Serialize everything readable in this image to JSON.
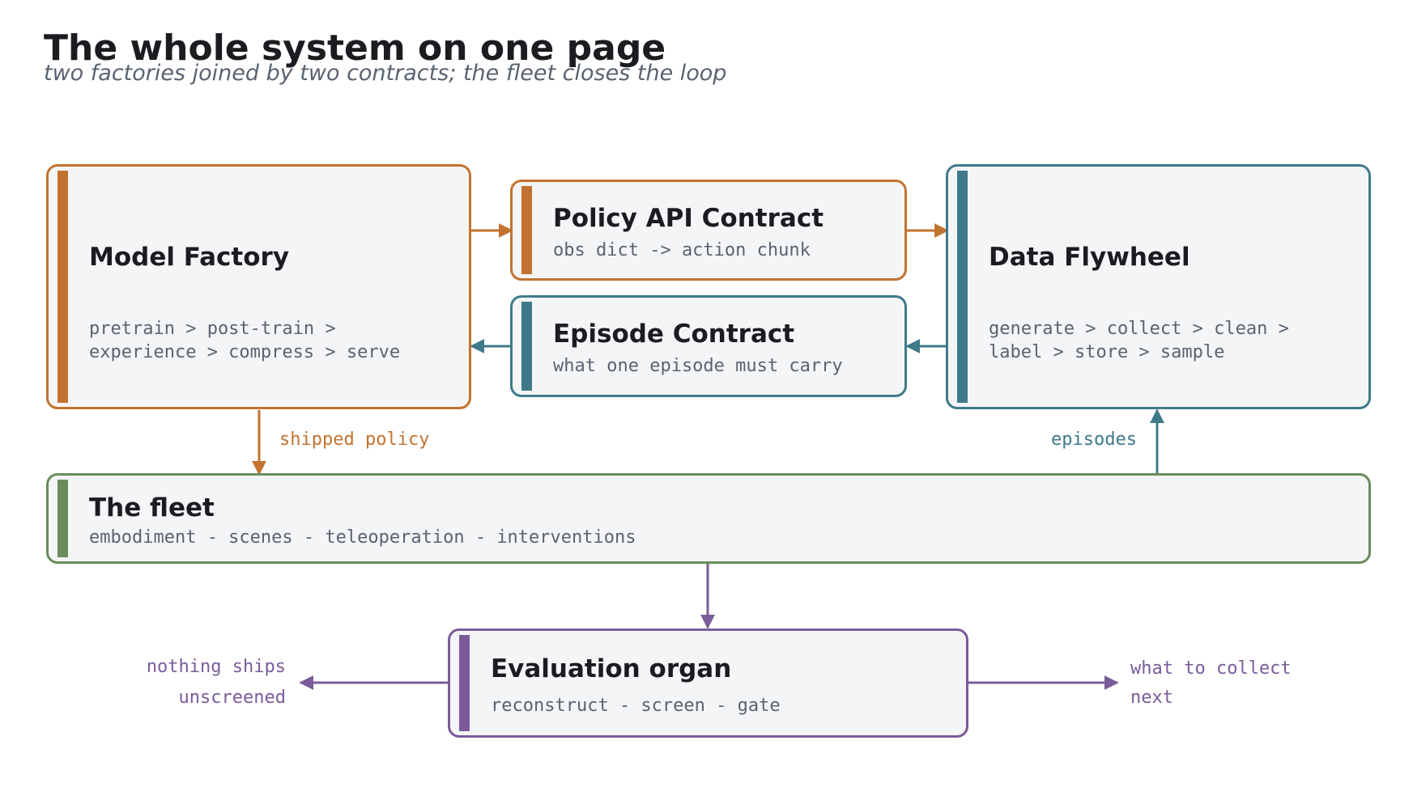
{
  "title": "The whole system on one page",
  "subtitle": "two factories joined by two contracts; the fleet closes the loop",
  "colors": {
    "orange": "#c27330",
    "teal": "#3f7a8a",
    "green": "#6a8c5a",
    "purple": "#7b5b9a",
    "box_fill": "#f4f5f7"
  },
  "nodes": {
    "model_factory": {
      "title": "Model Factory",
      "desc_line1": "pretrain > post-train >",
      "desc_line2": "experience > compress > serve"
    },
    "policy_api": {
      "title": "Policy API Contract",
      "desc": "obs dict -> action chunk"
    },
    "episode_contract": {
      "title": "Episode Contract",
      "desc": "what one episode must carry"
    },
    "data_flywheel": {
      "title": "Data Flywheel",
      "desc_line1": "generate > collect > clean >",
      "desc_line2": "label > store > sample"
    },
    "fleet": {
      "title": "The fleet",
      "desc": "embodiment - scenes - teleoperation - interventions"
    },
    "evaluation": {
      "title": "Evaluation organ",
      "desc": "reconstruct - screen - gate"
    }
  },
  "edges": {
    "shipped_policy": "shipped policy",
    "episodes": "episodes",
    "left_line1": "nothing ships",
    "left_line2": "unscreened",
    "right_line1": "what to collect",
    "right_line2": "next"
  }
}
